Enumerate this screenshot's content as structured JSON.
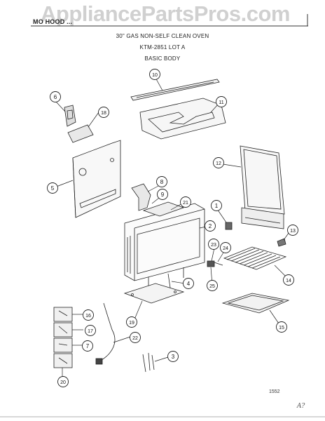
{
  "header": {
    "model": "MO HOOD ... ",
    "title_line1": "30\" GAS NON-SELF CLEAN OVEN",
    "title_line2": "KTM-2851 LOT A",
    "title_line3": "BASIC BODY"
  },
  "watermark": "AppliancePartsPros.com",
  "figure_number": "1552",
  "corner_initials": "A?",
  "callouts": [
    {
      "id": "c1",
      "label": "1"
    },
    {
      "id": "c2",
      "label": "2"
    },
    {
      "id": "c3",
      "label": "3"
    },
    {
      "id": "c4",
      "label": "4"
    },
    {
      "id": "c5",
      "label": "5"
    },
    {
      "id": "c6",
      "label": "6"
    },
    {
      "id": "c7",
      "label": "7"
    },
    {
      "id": "c8",
      "label": "8"
    },
    {
      "id": "c9",
      "label": "9"
    },
    {
      "id": "c10",
      "label": "10"
    },
    {
      "id": "c11",
      "label": "11"
    },
    {
      "id": "c12",
      "label": "12"
    },
    {
      "id": "c13",
      "label": "13"
    },
    {
      "id": "c14",
      "label": "14"
    },
    {
      "id": "c15",
      "label": "15"
    },
    {
      "id": "c16",
      "label": "16"
    },
    {
      "id": "c17",
      "label": "17"
    },
    {
      "id": "c18",
      "label": "18"
    },
    {
      "id": "c19",
      "label": "19"
    },
    {
      "id": "c20",
      "label": "20"
    },
    {
      "id": "c21",
      "label": "21"
    },
    {
      "id": "c22",
      "label": "22"
    },
    {
      "id": "c23",
      "label": "23"
    },
    {
      "id": "c24",
      "label": "24"
    },
    {
      "id": "c25",
      "label": "25"
    }
  ]
}
